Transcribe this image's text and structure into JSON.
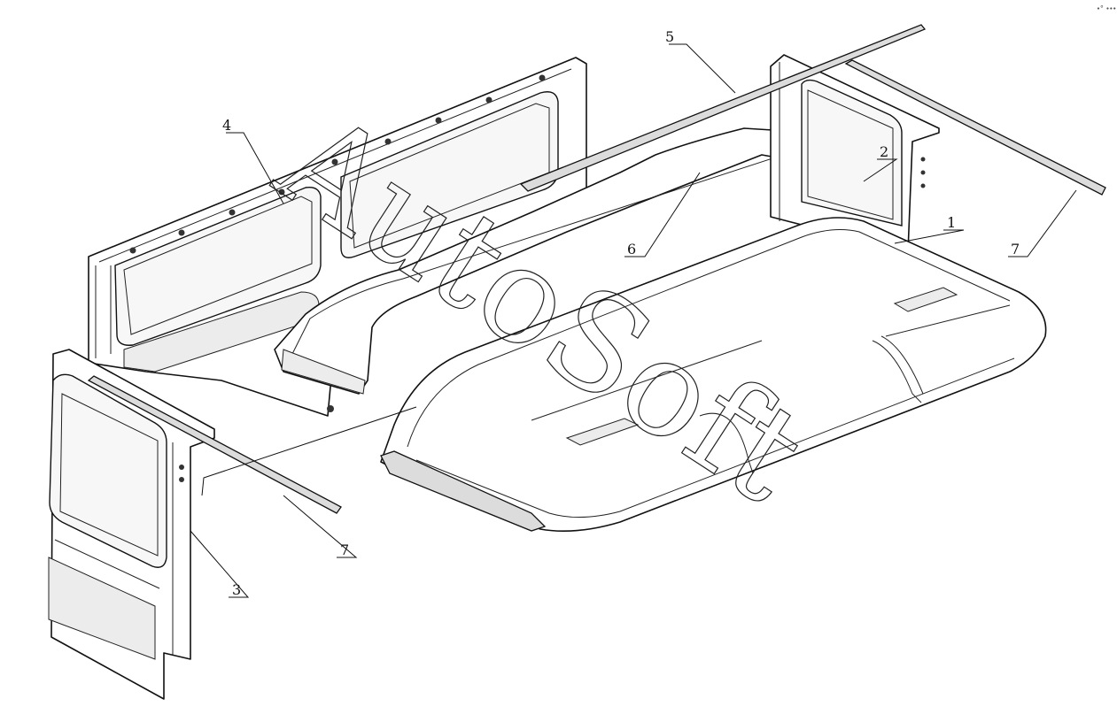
{
  "figure": {
    "corner_mark": "∙° ∙∙∙",
    "watermark": "AutoSoft"
  },
  "callouts": [
    {
      "id": "c1",
      "label": "1",
      "part": "roof-panel"
    },
    {
      "id": "c2",
      "label": "2",
      "part": "rear-end-panel"
    },
    {
      "id": "c3",
      "label": "3",
      "part": "front-end-panel"
    },
    {
      "id": "c4",
      "label": "4",
      "part": "side-panel"
    },
    {
      "id": "c5",
      "label": "5",
      "part": "drip-rail"
    },
    {
      "id": "c6",
      "label": "6",
      "part": "roof-inner-bow"
    },
    {
      "id": "c7a",
      "label": "7",
      "part": "seal-strip"
    },
    {
      "id": "c7b",
      "label": "7",
      "part": "seal-strip"
    }
  ]
}
